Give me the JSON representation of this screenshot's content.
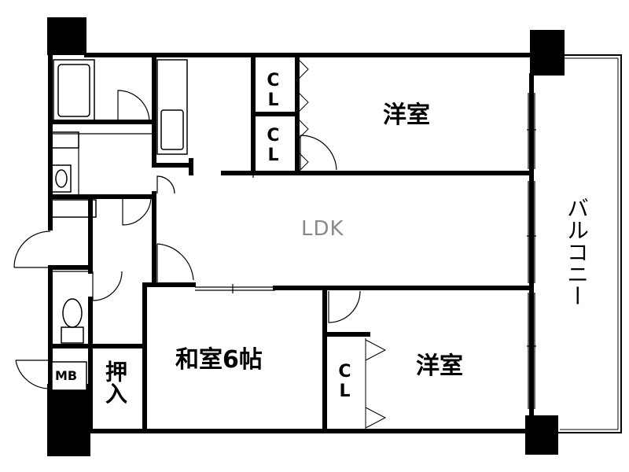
{
  "rooms": {
    "western_room_top": "洋室",
    "western_room_bottom": "洋室",
    "living_dining_kitchen": "LDK",
    "japanese_room": "和室6帖",
    "closet_top_1": "CL",
    "closet_top_2": "CL",
    "closet_bottom": "CL",
    "oshiire": "押入",
    "meter_box": "MB",
    "balcony": "バルコニー"
  },
  "colors": {
    "wall": "#000000",
    "line": "#000000",
    "background": "#ffffff",
    "ldk_text": "#8a8a8a"
  }
}
